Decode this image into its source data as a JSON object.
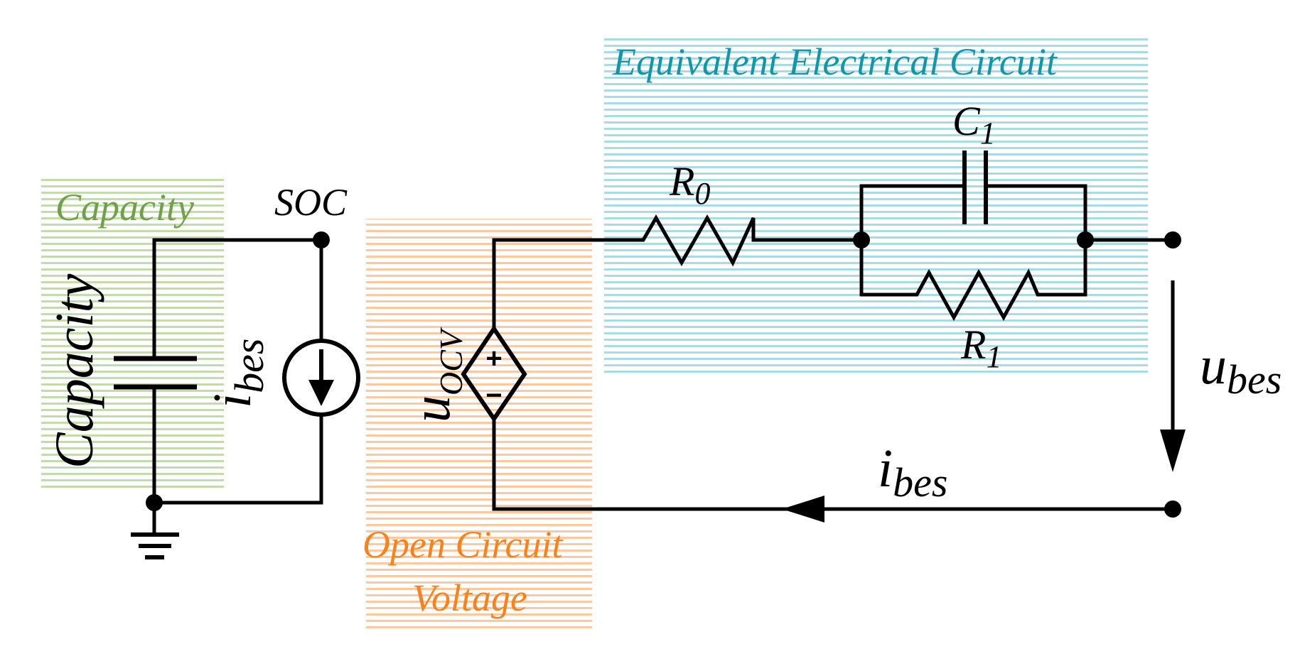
{
  "diagram": {
    "regions": {
      "capacity": {
        "title": "Capacity",
        "color": "#70a04a",
        "hatch": "#c3dcab"
      },
      "ocv": {
        "title_line1": "Open Circuit",
        "title_line2": "Voltage",
        "color": "#f5831f",
        "hatch": "#f8c9a2"
      },
      "eec": {
        "title": "Equivalent Electrical Circuit",
        "color": "#1596a8",
        "hatch": "#9fd6e2"
      }
    },
    "labels": {
      "soc": "SOC",
      "capacity_cap": "Capacity",
      "ibes_source_main": "i",
      "ibes_source_sub": "bes",
      "uocv_main": "u",
      "uocv_sub": "OCV",
      "r0_main": "R",
      "r0_sub": "0",
      "c1_main": "C",
      "c1_sub": "1",
      "r1_main": "R",
      "r1_sub": "1",
      "ubes_main": "u",
      "ubes_sub": "bes",
      "ibes_loop_main": "i",
      "ibes_loop_sub": "bes"
    },
    "symbols": {
      "plus": "+",
      "minus": "−"
    }
  }
}
